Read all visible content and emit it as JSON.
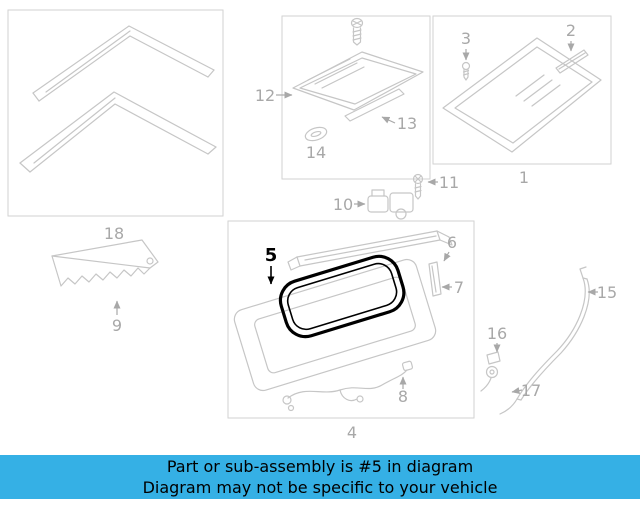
{
  "banner": {
    "line1": "Part or sub-assembly is #5 in diagram",
    "line2": "Diagram may not be specific to your vehicle",
    "background": "#35b0e5",
    "text_color": "#000000"
  },
  "diagram": {
    "highlighted_part": "5",
    "highlight_color": "#000000",
    "line_color": "#c6c6c6",
    "label_color": "#a8a8a8",
    "labels": {
      "p1": "1",
      "p2": "2",
      "p3": "3",
      "p4": "4",
      "p5": "5",
      "p6": "6",
      "p7": "7",
      "p8": "8",
      "p9": "9",
      "p10": "10",
      "p11": "11",
      "p12": "12",
      "p13": "13",
      "p14": "14",
      "p15": "15",
      "p16": "16",
      "p17": "17",
      "p18": "18"
    }
  }
}
